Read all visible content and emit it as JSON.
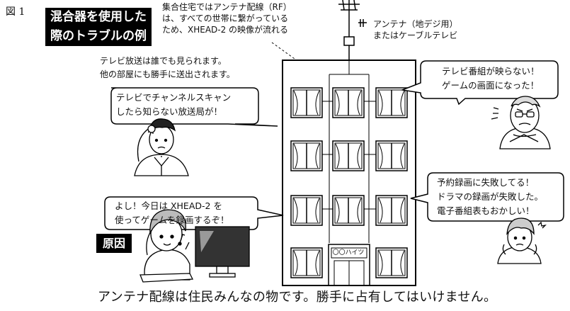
{
  "figure_label": "図 1",
  "title_lines": [
    "混合器を使用した",
    "際のトラブルの例"
  ],
  "rf_note_lines": [
    "集合住宅ではアンテナ配線（RF）",
    "は、すべての世帯に繋がっている",
    "ため、XHEAD-2 の映像が流れる"
  ],
  "antenna_note_lines": [
    "アンテナ（地デジ用）",
    "またはケーブルテレビ"
  ],
  "broadcast_note_lines": [
    "テレビ放送は誰でも見られます。",
    "他の部屋にも勝手に送出されます。"
  ],
  "bubble_scan_lines": [
    "テレビでチャンネルスキャン",
    "したら知らない放送局が！"
  ],
  "bubble_program_lines": [
    "テレビ番組が映らない！",
    "ゲームの画面になった！"
  ],
  "bubble_record_lines": [
    "よし！今日は XHEAD-2 を",
    "使ってゲームを録画するぞ！"
  ],
  "bubble_fail_lines": [
    "予約録画に失敗してる！",
    "ドラマの録画が失敗した。",
    "電子番組表もおかしい！"
  ],
  "cause_label": "原因",
  "building_sign": "〇〇ハイツ",
  "footer": "アンテナ配線は住民みんなの物です。勝手に占有してはいけません。"
}
